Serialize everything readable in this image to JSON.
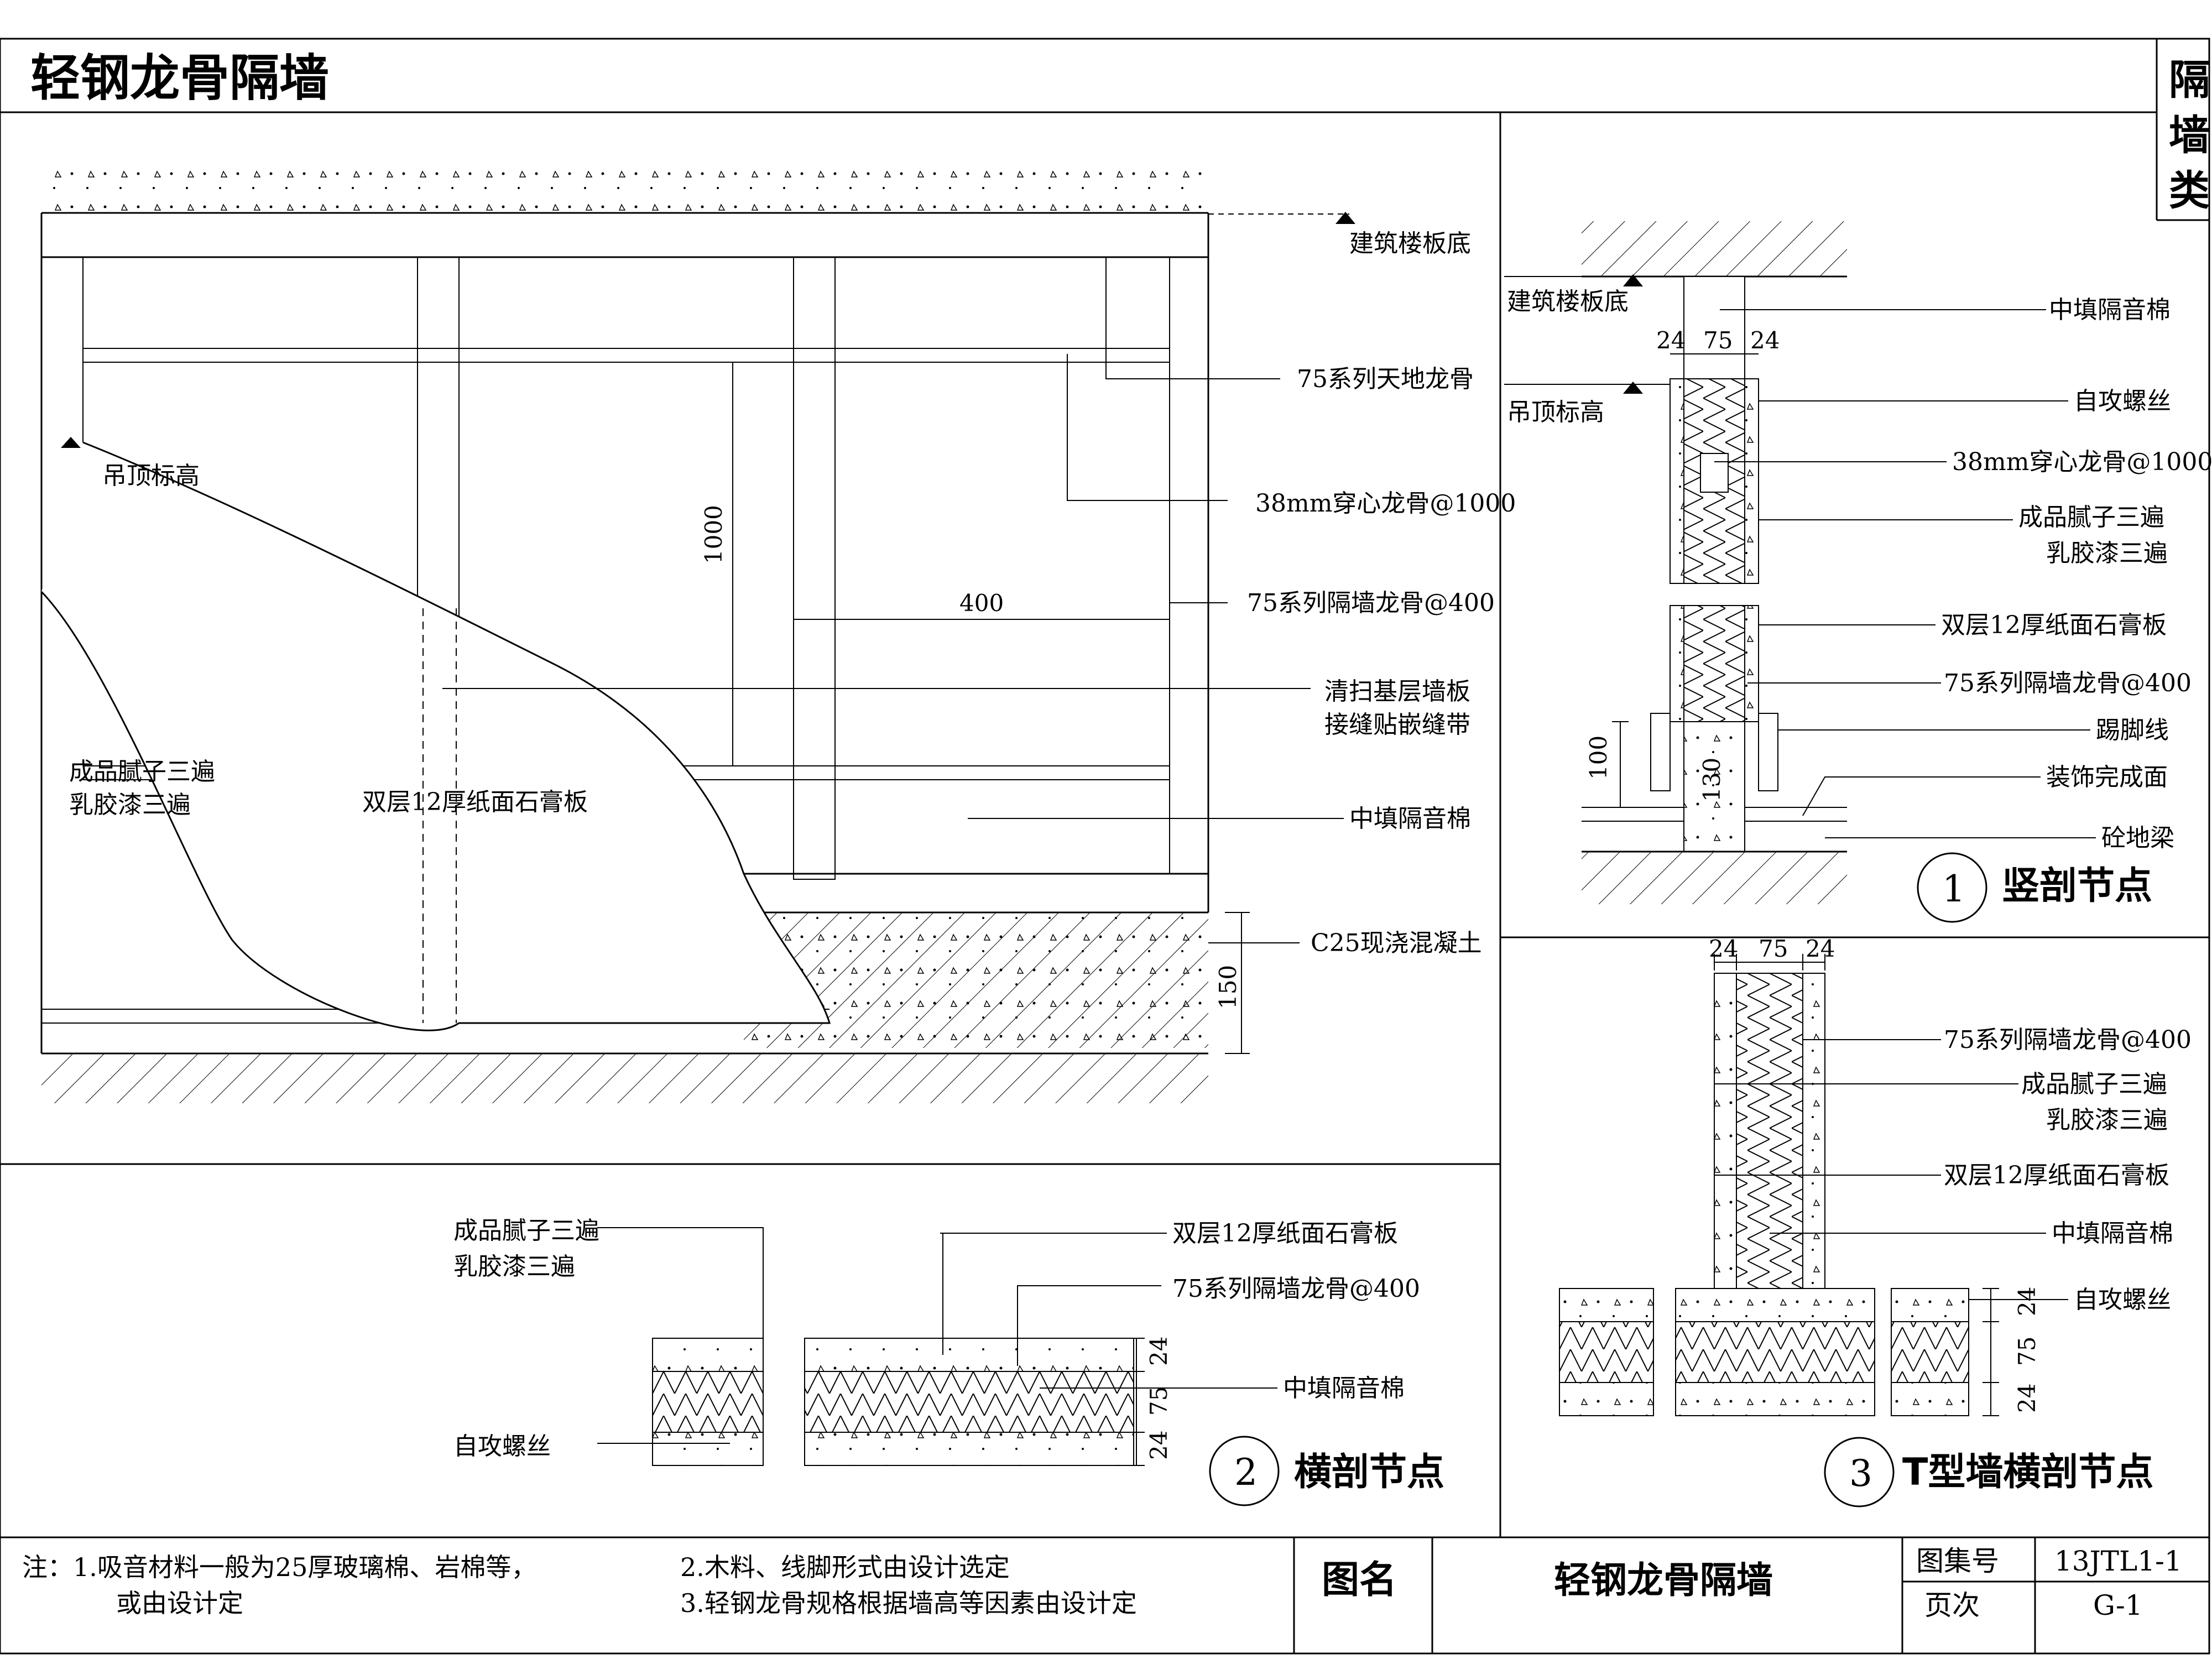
{
  "header": {
    "title": "轻钢龙骨隔墙",
    "category": [
      "隔",
      "墙",
      "类"
    ]
  },
  "elevation": {
    "labels": {
      "slab_bottom": "建筑楼板底",
      "floor_track": "75系列天地龙骨",
      "through_stud": "38mm穿心龙骨@1000",
      "partition_stud": "75系列隔墙龙骨@400",
      "clean_board_1": "清扫基层墙板",
      "clean_board_2": "接缝贴嵌缝带",
      "insulation": "中填隔音棉",
      "concrete": "C25现浇混凝土",
      "ceiling_level": "吊顶标高",
      "putty_1": "成品腻子三遍",
      "putty_2": "乳胶漆三遍",
      "gypsum": "双层12厚纸面石膏板"
    },
    "dims": {
      "d1000": "1000",
      "d400": "400",
      "d150": "150"
    }
  },
  "vertical_section": {
    "labels": {
      "slab_bottom": "建筑楼板底",
      "ceiling_level": "吊顶标高",
      "insulation": "中填隔音棉",
      "screw": "自攻螺丝",
      "through_stud": "38mm穿心龙骨@1000",
      "putty_1": "成品腻子三遍",
      "putty_2": "乳胶漆三遍",
      "gypsum": "双层12厚纸面石膏板",
      "stud": "75系列隔墙龙骨@400",
      "skirting": "踢脚线",
      "finish": "装饰完成面",
      "beam": "砼地梁"
    },
    "dims": {
      "a": "24",
      "b": "75",
      "c": "24",
      "h100": "100",
      "h130": "130"
    },
    "number": "1",
    "caption": "竖剖节点"
  },
  "horizontal_section": {
    "labels": {
      "putty_1": "成品腻子三遍",
      "putty_2": "乳胶漆三遍",
      "gypsum": "双层12厚纸面石膏板",
      "stud": "75系列隔墙龙骨@400",
      "insulation": "中填隔音棉",
      "screw": "自攻螺丝"
    },
    "dims": {
      "a": "24",
      "b": "75",
      "c": "24"
    },
    "number": "2",
    "caption": "横剖节点"
  },
  "t_section": {
    "labels": {
      "stud": "75系列隔墙龙骨@400",
      "putty_1": "成品腻子三遍",
      "putty_2": "乳胶漆三遍",
      "gypsum": "双层12厚纸面石膏板",
      "insulation": "中填隔音棉",
      "screw": "自攻螺丝"
    },
    "dims": {
      "a": "24",
      "b": "75",
      "c": "24",
      "va": "24",
      "vb": "75",
      "vc": "24"
    },
    "number": "3",
    "caption": "T型墙横剖节点"
  },
  "footer": {
    "note_1a": "注：1.吸音材料一般为25厚玻璃棉、岩棉等，",
    "note_1b": "或由设计定",
    "note_2": "2.木料、线脚形式由设计选定",
    "note_3": "3.轻钢龙骨规格根据墙高等因素由设计定",
    "name_label": "图名",
    "name": "轻钢龙骨隔墙",
    "atlas_label": "图集号",
    "atlas": "13JTL1-1",
    "page_label": "页次",
    "page": "G-1"
  }
}
